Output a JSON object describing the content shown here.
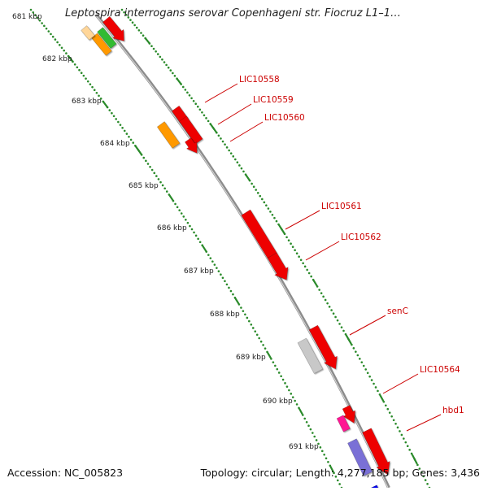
{
  "title": "Leptospira interrogans serovar Copenhageni str. Fiocruz L1–1…",
  "footer": {
    "accession": "Accession: NC_005823",
    "topology": "Topology: circular; Length: 4,277,185 bp; Genes: 3,436"
  },
  "colors": {
    "backbone": "#8c8c8c",
    "tick_dots": "#2a8a2a",
    "label": "#cc0000"
  },
  "ticks": [
    "681 kbp",
    "682 kbp",
    "683 kbp",
    "684 kbp",
    "685 kbp",
    "686 kbp",
    "687 kbp",
    "688 kbp",
    "689 kbp",
    "690 kbp",
    "691 kbp"
  ],
  "genes": [
    {
      "name": "",
      "color": "#ee0000"
    },
    {
      "name": "",
      "color": "#33bb33"
    },
    {
      "name": "",
      "color": "#ff9900"
    },
    {
      "name": "",
      "color": "#ffd699"
    },
    {
      "name": "",
      "color": "#ee0000"
    },
    {
      "name": "",
      "color": "#ee0000"
    },
    {
      "name": "",
      "color": "#ee0000"
    },
    {
      "name": "",
      "color": "#ff9900"
    },
    {
      "name": "",
      "color": "#ee0000"
    },
    {
      "name": "",
      "color": "#ee0000"
    },
    {
      "name": "",
      "color": "#ee0000"
    },
    {
      "name": "",
      "color": "#c8c8c8"
    },
    {
      "name": "",
      "color": "#ee0000"
    },
    {
      "name": "",
      "color": "#ff1493"
    },
    {
      "name": "",
      "color": "#ee0000"
    },
    {
      "name": "",
      "color": "#7a6fd6"
    },
    {
      "name": "",
      "color": "#0000ee"
    }
  ],
  "labels": [
    "LIC10558",
    "LIC10559",
    "LIC10560",
    "LIC10561",
    "LIC10562",
    "senC",
    "LIC10564",
    "hbd1"
  ]
}
